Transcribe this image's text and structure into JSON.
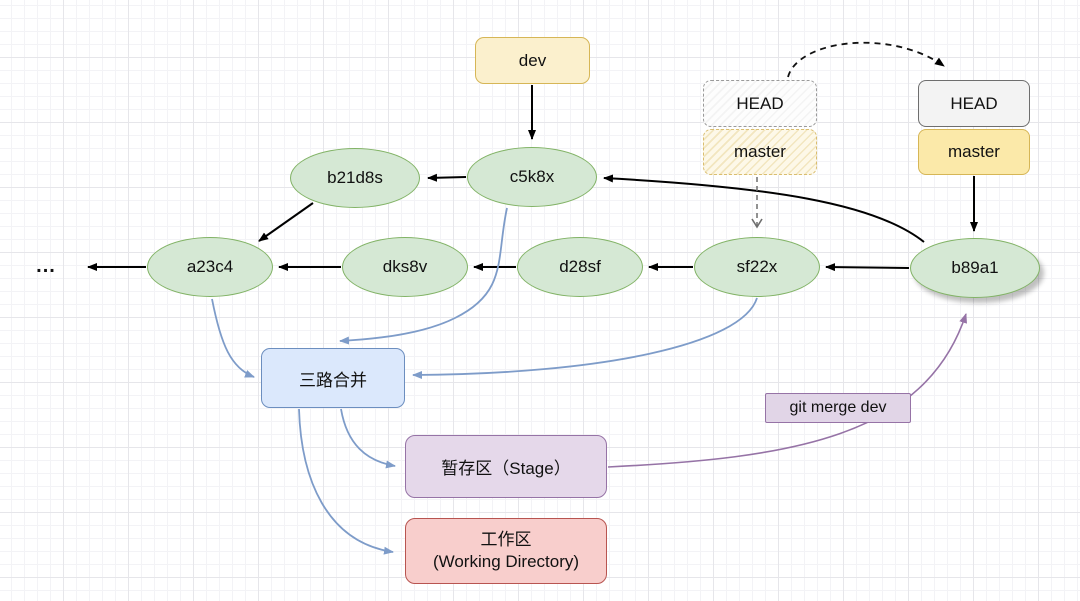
{
  "nodes": {
    "dev": "dev",
    "head_ghost": "HEAD",
    "master_ghost": "master",
    "head": "HEAD",
    "master": "master",
    "b21d8s": "b21d8s",
    "c5k8x": "c5k8x",
    "a23c4": "a23c4",
    "dks8v": "dks8v",
    "d28sf": "d28sf",
    "sf22x": "sf22x",
    "b89a1": "b89a1",
    "ellipsis": "...",
    "merge": "三路合并",
    "stage": "暂存区（Stage）",
    "working_line1": "工作区",
    "working_line2": "(Working Directory)",
    "git_merge_label": "git merge dev"
  },
  "colors": {
    "commit_fill": "#D5E8D4",
    "commit_stroke": "#82B366",
    "branch_fill": "#FBE9A9",
    "branch_stroke": "#D6B656",
    "head_fill": "#F3F3F3",
    "head_stroke": "#6e6e6e",
    "merge_fill": "#DBE8FC",
    "merge_stroke": "#6C8EBF",
    "stage_fill": "#E1D5E7",
    "stage_stroke": "#9673A6",
    "working_fill": "#F8CECC",
    "working_stroke": "#B85450",
    "blue_arrow": "#7E9CC9",
    "purple_arrow": "#9673A6",
    "black_arrow": "#000000"
  },
  "edges": [
    {
      "from": "dev",
      "to": "c5k8x",
      "style": "solid",
      "color": "black"
    },
    {
      "from": "c5k8x",
      "to": "b21d8s",
      "style": "solid",
      "color": "black"
    },
    {
      "from": "b21d8s",
      "to": "a23c4",
      "style": "solid",
      "color": "black"
    },
    {
      "from": "a23c4",
      "to": "...",
      "style": "solid",
      "color": "black"
    },
    {
      "from": "dks8v",
      "to": "a23c4",
      "style": "solid",
      "color": "black"
    },
    {
      "from": "d28sf",
      "to": "dks8v",
      "style": "solid",
      "color": "black"
    },
    {
      "from": "sf22x",
      "to": "d28sf",
      "style": "solid",
      "color": "black"
    },
    {
      "from": "b89a1",
      "to": "sf22x",
      "style": "solid",
      "color": "black"
    },
    {
      "from": "b89a1",
      "to": "c5k8x",
      "style": "solid-curve",
      "color": "black"
    },
    {
      "from": "master",
      "to": "b89a1",
      "style": "solid",
      "color": "black"
    },
    {
      "from": "master_ghost",
      "to": "sf22x",
      "style": "dashed",
      "color": "gray"
    },
    {
      "from": "head_ghost",
      "to": "head",
      "style": "dashed-curve",
      "color": "black"
    },
    {
      "from": "a23c4",
      "to": "三路合并",
      "style": "curve",
      "color": "blue"
    },
    {
      "from": "c5k8x",
      "to": "三路合并",
      "style": "curve",
      "color": "blue"
    },
    {
      "from": "sf22x",
      "to": "三路合并",
      "style": "curve",
      "color": "blue"
    },
    {
      "from": "三路合并",
      "to": "暂存区（Stage）",
      "style": "curve",
      "color": "blue"
    },
    {
      "from": "三路合并",
      "to": "工作区 (Working Directory)",
      "style": "curve",
      "color": "blue"
    },
    {
      "from": "暂存区（Stage）",
      "to": "b89a1",
      "style": "curve",
      "color": "purple",
      "label": "git merge dev"
    }
  ]
}
